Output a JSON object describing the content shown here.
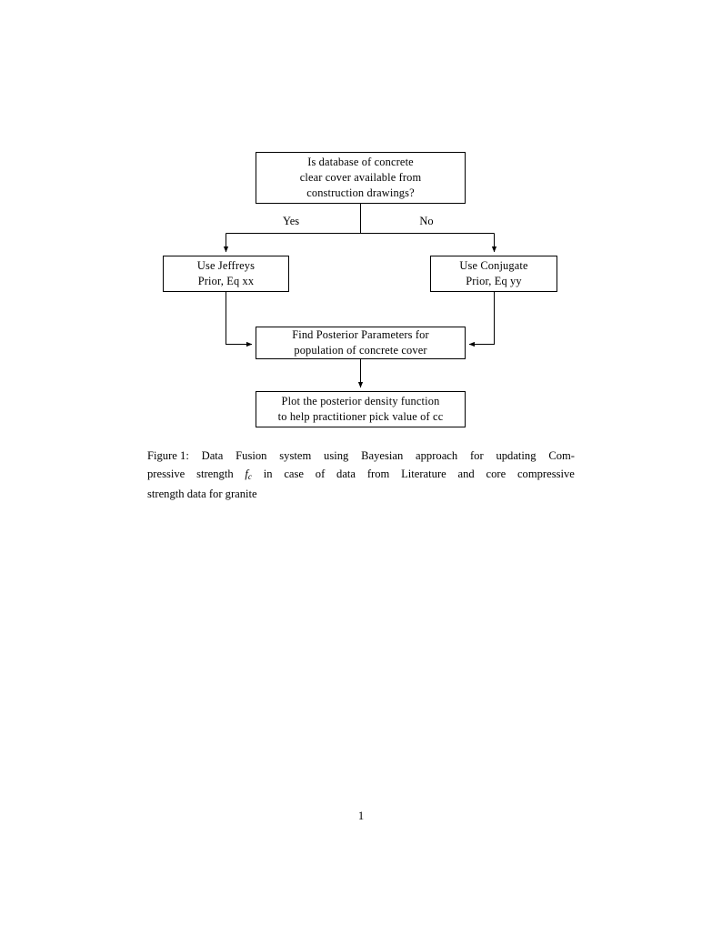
{
  "document": {
    "page_number": "1"
  },
  "figure": {
    "nodes": {
      "question": {
        "line1": "Is database of concrete",
        "line2": "clear cover available from",
        "line3": "construction drawings?"
      },
      "jeffreys": {
        "line1": "Use Jeffreys",
        "line2": "Prior, Eq xx"
      },
      "conjugate": {
        "line1": "Use Conjugate",
        "line2": "Prior, Eq yy"
      },
      "posterior": {
        "line1": "Find Posterior Parameters for",
        "line2": "population of concrete cover"
      },
      "plot": {
        "line1": "Plot the posterior density function",
        "line2": "to help practitioner pick value of cc"
      }
    },
    "edge_labels": {
      "yes": "Yes",
      "no": "No"
    }
  },
  "caption": {
    "line1_a": "Figure 1:",
    "line1_b": "Data",
    "line1_c": "Fusion",
    "line1_d": "system",
    "line1_e": "using",
    "line1_f": "Bayesian",
    "line1_g": "approach",
    "line1_h": "for",
    "line1_i": "updating",
    "line1_j": "Com-",
    "line2_a": "pressive",
    "line2_b": "strength",
    "line2_sym": "f",
    "line2_sub": "c",
    "line2_c": "in",
    "line2_d": "case",
    "line2_e": "of",
    "line2_f": "data",
    "line2_g": "from",
    "line2_h": "Literature",
    "line2_i": "and",
    "line2_j": "core",
    "line2_k": "compressive",
    "line3": "strength data for granite"
  }
}
